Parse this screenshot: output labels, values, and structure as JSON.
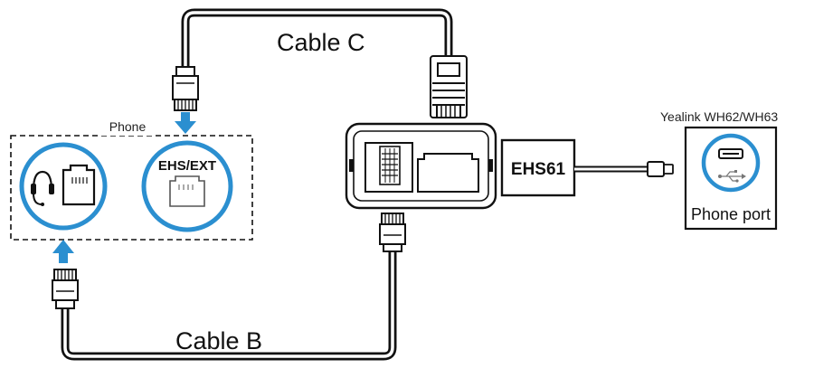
{
  "labels": {
    "cable_c": "Cable C",
    "cable_b": "Cable B",
    "phone": "Phone",
    "ehs_ext": "EHS/EXT",
    "ehs61": "EHS61",
    "headset_model": "Yealink WH62/WH63",
    "phone_port": "Phone port"
  },
  "colors": {
    "accent_blue": "#2b8fd0",
    "line_black": "#111111"
  },
  "icons": {
    "headset": "headset-icon",
    "rj_port": "rj-port-icon",
    "usb": "usb-icon"
  }
}
